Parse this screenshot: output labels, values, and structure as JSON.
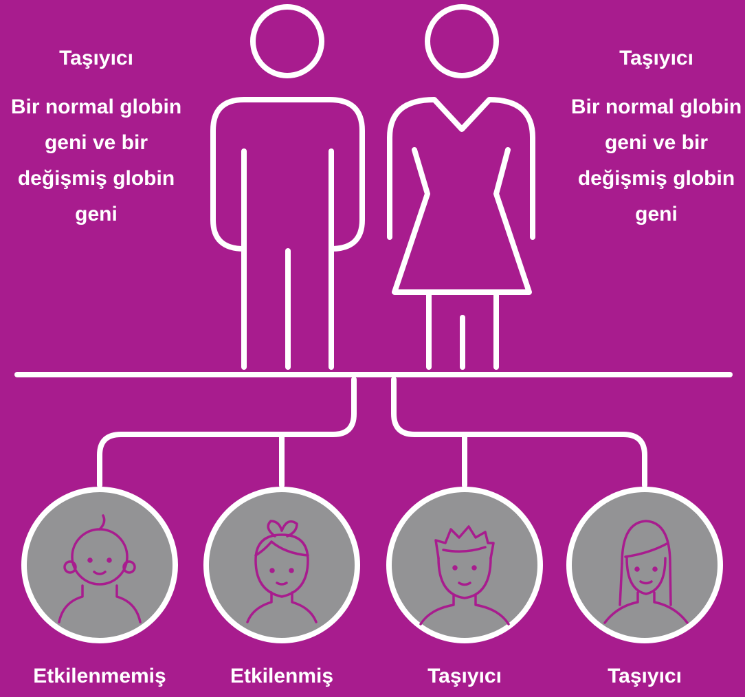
{
  "colors": {
    "background": "#A81C8E",
    "line": "#FFFFFF",
    "child_circle": "#939395",
    "child_face": "#A81C8E"
  },
  "parents": {
    "left": {
      "title": "Taşıyıcı",
      "description": "Bir normal globin geni ve bir değişmiş globin geni",
      "icon": "man-figure-icon"
    },
    "right": {
      "title": "Taşıyıcı",
      "description": "Bir normal globin geni ve bir değişmiş globin geni",
      "icon": "woman-figure-icon"
    }
  },
  "children": [
    {
      "label": "Etkilenmemiş",
      "icon": "baby-icon"
    },
    {
      "label": "Etkilenmiş",
      "icon": "girl-with-bow-icon"
    },
    {
      "label": "Taşıyıcı",
      "icon": "boy-icon"
    },
    {
      "label": "Taşıyıcı",
      "icon": "long-hair-girl-icon"
    }
  ]
}
